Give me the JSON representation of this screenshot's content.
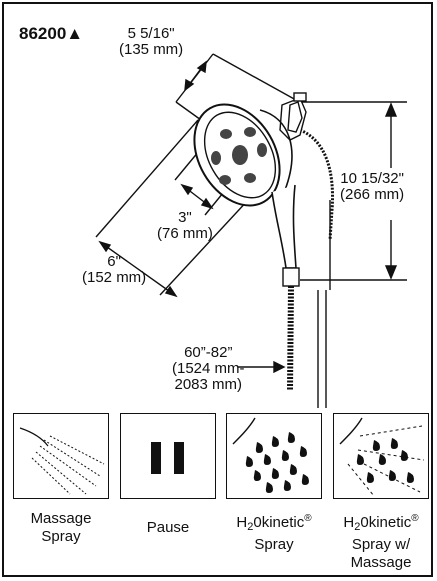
{
  "model": "86200▲",
  "dimensions": {
    "face_width": {
      "imperial": "5 5/16\"",
      "metric": "(135 mm)"
    },
    "handle_offset": {
      "imperial": "3\"",
      "metric": "(76 mm)"
    },
    "overall_length": {
      "imperial": "6\"",
      "metric": "(152 mm)"
    },
    "height": {
      "imperial": "10 15/32\"",
      "metric": "(266 mm)"
    },
    "hose_length": {
      "imperial": "60”-82”",
      "metric_line1": "(1524 mm-",
      "metric_line2": "2083 mm)"
    }
  },
  "modes": [
    {
      "label_line1": "Massage",
      "label_line2": "Spray"
    },
    {
      "label_line1": "Pause"
    },
    {
      "label_prefix": "H",
      "label_sub": "2",
      "label_rest": "0kinetic",
      "label_reg": "®",
      "label_line2": "Spray"
    },
    {
      "label_prefix": "H",
      "label_sub": "2",
      "label_rest": "0kinetic",
      "label_reg": "®",
      "label_line2": "Spray w/",
      "label_line3": "Massage"
    }
  ]
}
